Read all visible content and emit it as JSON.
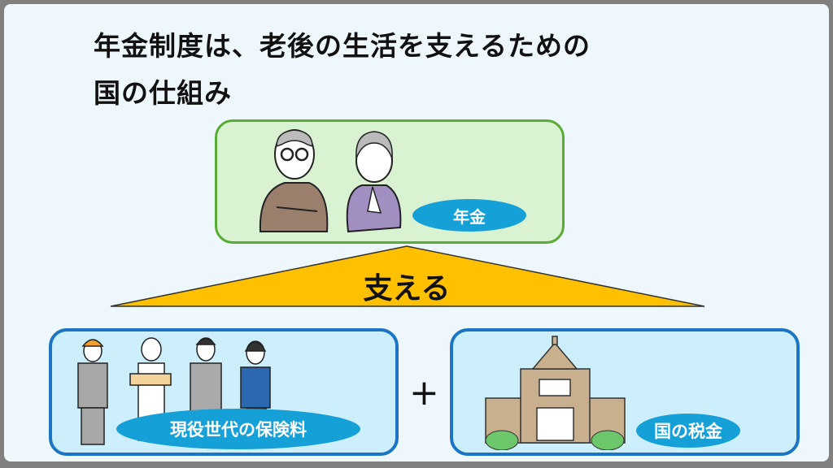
{
  "title": {
    "line1": "年金制度は、老後の生活を支えるための",
    "line2": "国の仕組み"
  },
  "top_box": {
    "label": "年金"
  },
  "arrow": {
    "label": "支える"
  },
  "left_box": {
    "label": "現役世代の保険料"
  },
  "operator": "+",
  "right_box": {
    "label": "国の税金"
  },
  "colors": {
    "green_border": "#5aab35",
    "blue_border": "#1b75c4",
    "label_fill": "#15a0d8",
    "triangle": "#ffc000"
  }
}
